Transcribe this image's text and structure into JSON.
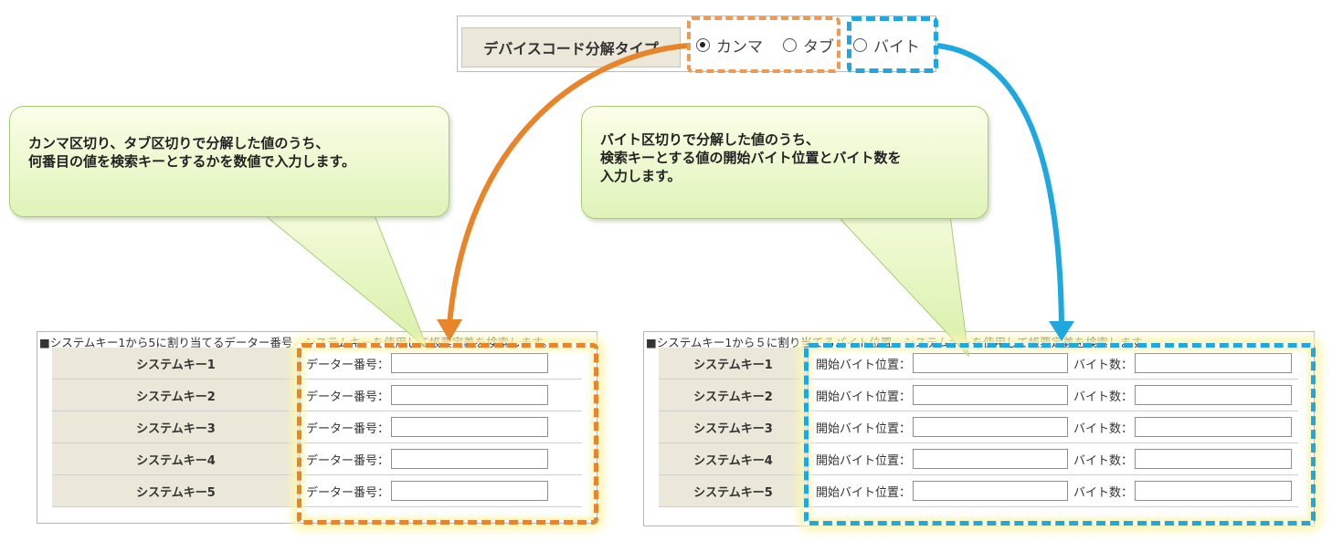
{
  "device_code": {
    "label": "デバイスコード分解タイプ",
    "options": [
      {
        "label": "カンマ",
        "selected": true
      },
      {
        "label": "タブ",
        "selected": false
      },
      {
        "label": "バイト",
        "selected": false
      }
    ]
  },
  "callout_left": {
    "line1": "カンマ区切り、タブ区切りで分解した値のうち、",
    "line2": "何番目の値を検索キーとするかを数値で入力します。"
  },
  "callout_right": {
    "line1": "バイト区切りで分解した値のうち、",
    "line2": "検索キーとする値の開始バイト位置とバイト数を",
    "line3": "入力します。"
  },
  "left_table": {
    "title": "■システムキー1から5に割り当てるデーター番号　システムキーを使用して帳票定義を検索します。",
    "rows": [
      {
        "label": "システムキー1",
        "field_label": "データー番号："
      },
      {
        "label": "システムキー2",
        "field_label": "データー番号："
      },
      {
        "label": "システムキー3",
        "field_label": "データー番号："
      },
      {
        "label": "システムキー4",
        "field_label": "データー番号："
      },
      {
        "label": "システムキー5",
        "field_label": "データー番号："
      }
    ]
  },
  "right_table": {
    "title": "■システムキー1から５に割り当てるバイト位置　システムキーを使用して帳票定義を検索します。",
    "rows": [
      {
        "label": "システムキー1",
        "start_label": "開始バイト位置：",
        "count_label": "バイト数："
      },
      {
        "label": "システムキー2",
        "start_label": "開始バイト位置：",
        "count_label": "バイト数："
      },
      {
        "label": "システムキー3",
        "start_label": "開始バイト位置：",
        "count_label": "バイト数："
      },
      {
        "label": "システムキー4",
        "start_label": "開始バイト位置：",
        "count_label": "バイト数："
      },
      {
        "label": "システムキー5",
        "start_label": "開始バイト位置：",
        "count_label": "バイト数："
      }
    ]
  },
  "colors": {
    "orange_highlight": "#e8852b",
    "blue_highlight": "#1fa8e0",
    "callout_fill": "#e8f6cc",
    "label_cell": "#ebe8da"
  }
}
